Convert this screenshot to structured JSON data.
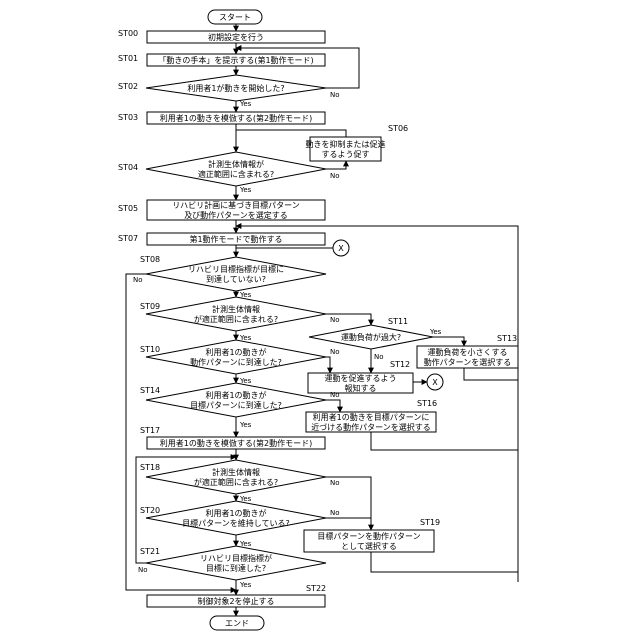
{
  "terminals": {
    "start": "スタート",
    "end": "エンド"
  },
  "steps": {
    "ST00": {
      "label": "ST00",
      "text": [
        "初期設定を行う"
      ]
    },
    "ST01": {
      "label": "ST01",
      "text": [
        "「動きの手本」を提示する(第1動作モード)"
      ]
    },
    "ST02": {
      "label": "ST02",
      "text": [
        "利用者1が動きを開始した?"
      ]
    },
    "ST03": {
      "label": "ST03",
      "text": [
        "利用者1の動きを模倣する(第2動作モード)"
      ]
    },
    "ST06": {
      "label": "ST06",
      "text": [
        "動きを抑制または促進",
        "するよう促す"
      ]
    },
    "ST04": {
      "label": "ST04",
      "text": [
        "計測生体情報が",
        "適正範囲に含まれる?"
      ]
    },
    "ST05": {
      "label": "ST05",
      "text": [
        "リハビリ計画に基づき目標パターン",
        "及び動作パターンを選定する"
      ]
    },
    "ST07": {
      "label": "ST07",
      "text": [
        "第1動作モードで動作する"
      ]
    },
    "ST08": {
      "label": "ST08",
      "text": [
        "リハビリ目標指標が目標に",
        "到達していない?"
      ]
    },
    "ST09": {
      "label": "ST09",
      "text": [
        "計測生体情報",
        "が適正範囲に含まれる?"
      ]
    },
    "ST11": {
      "label": "ST11",
      "text": [
        "運動負荷が過大?"
      ]
    },
    "ST13": {
      "label": "ST13",
      "text": [
        "運動負荷を小さくする",
        "動作パターンを選択する"
      ]
    },
    "ST10": {
      "label": "ST10",
      "text": [
        "利用者1の動きが",
        "動作パターンに到達した?"
      ]
    },
    "ST12": {
      "label": "ST12",
      "text": [
        "運動を促進するよう",
        "報知する"
      ]
    },
    "ST14": {
      "label": "ST14",
      "text": [
        "利用者1の動きが",
        "目標パターンに到達した?"
      ]
    },
    "ST16": {
      "label": "ST16",
      "text": [
        "利用者1の動きを目標パターンに",
        "近づける動作パターンを選択する"
      ]
    },
    "ST17": {
      "label": "ST17",
      "text": [
        "利用者1の動きを模倣する(第2動作モード)"
      ]
    },
    "ST18": {
      "label": "ST18",
      "text": [
        "計測生体情報",
        "が適正範囲に含まれる?"
      ]
    },
    "ST20": {
      "label": "ST20",
      "text": [
        "利用者1の動きが",
        "目標パターンを維持している?"
      ]
    },
    "ST19": {
      "label": "ST19",
      "text": [
        "目標パターンを動作パターン",
        "として選択する"
      ]
    },
    "ST21": {
      "label": "ST21",
      "text": [
        "リハビリ目標指標が",
        "目標に到達した?"
      ]
    },
    "ST22": {
      "label": "ST22",
      "text": [
        "制御対象2を停止する"
      ]
    }
  },
  "connectors": {
    "x": "X"
  },
  "edge_labels": {
    "yes": "Yes",
    "no": "No"
  }
}
